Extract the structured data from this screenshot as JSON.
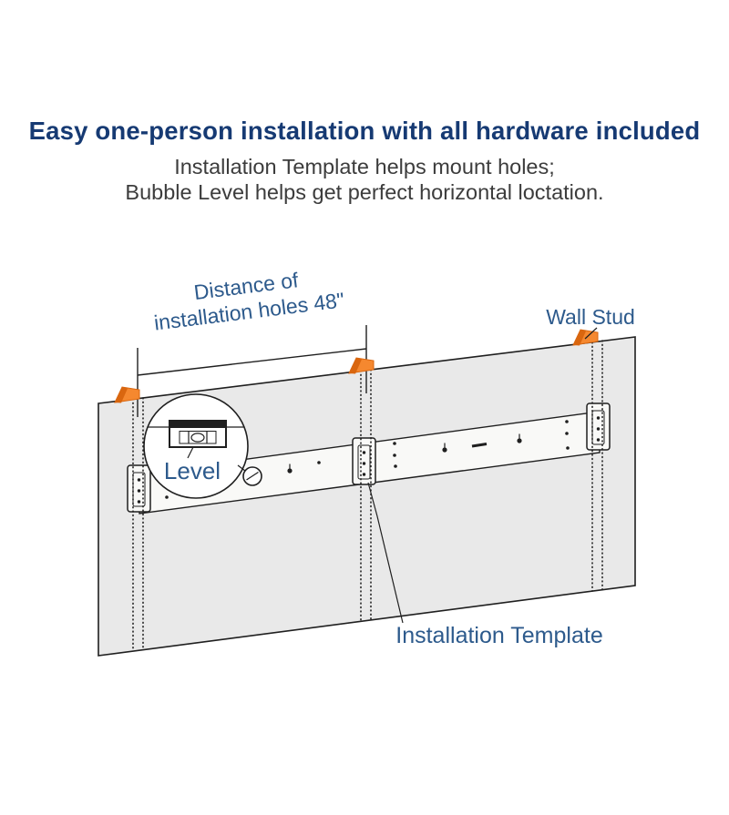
{
  "header": {
    "title": "Easy one-person installation with all hardware included",
    "subtitle_line1": "Installation Template helps mount holes;",
    "subtitle_line2": "Bubble Level helps get perfect horizontal loctation."
  },
  "diagram": {
    "distance_label_line1": "Distance of",
    "distance_label_line2": "installation holes 48\"",
    "wall_stud_label": "Wall Stud",
    "level_label": "Level",
    "installation_template_label": "Installation Template"
  },
  "colors": {
    "title_navy": "#163a73",
    "label_blue": "#2d5a8c",
    "subtitle_gray": "#3c3c3c",
    "wall_fill": "#e9e9e9",
    "line_black": "#1f1f1f",
    "stud_orange": "#f5882f",
    "stud_orange_dark": "#d9660f",
    "rail_fill": "#f9f9f7"
  }
}
